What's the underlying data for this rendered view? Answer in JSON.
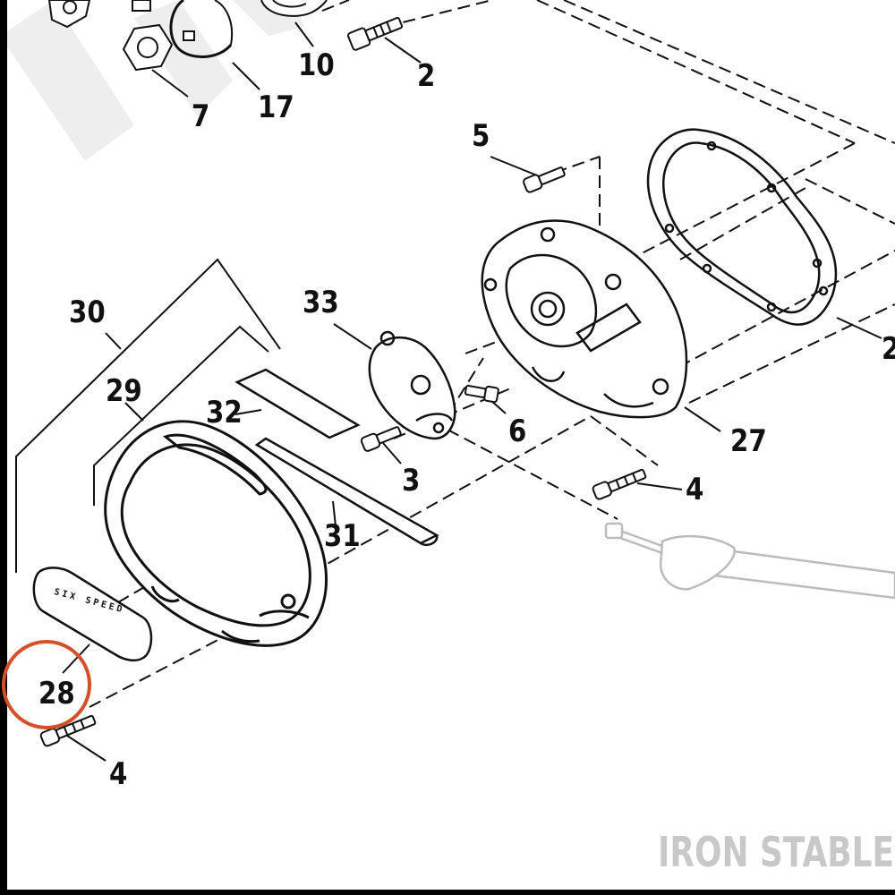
{
  "diagram": {
    "callouts": {
      "c2_top": "2",
      "c2_right": "2",
      "c3": "3",
      "c4_right": "4",
      "c4_bottom": "4",
      "c5": "5",
      "c6": "6",
      "c7": "7",
      "c10": "10",
      "c17": "17",
      "c27": "27",
      "c28": "28",
      "c29": "29",
      "c30": "30",
      "c31": "31",
      "c32": "32",
      "c33": "33"
    },
    "badge_text": "SIX SPEED",
    "highlighted_callout": "28",
    "highlight_color": "#d4502a",
    "line_color": "#111111",
    "ghost_color": "#bbbbbb"
  },
  "watermark": {
    "text": "IRON STABLE",
    "color": "#c8c8c8"
  }
}
